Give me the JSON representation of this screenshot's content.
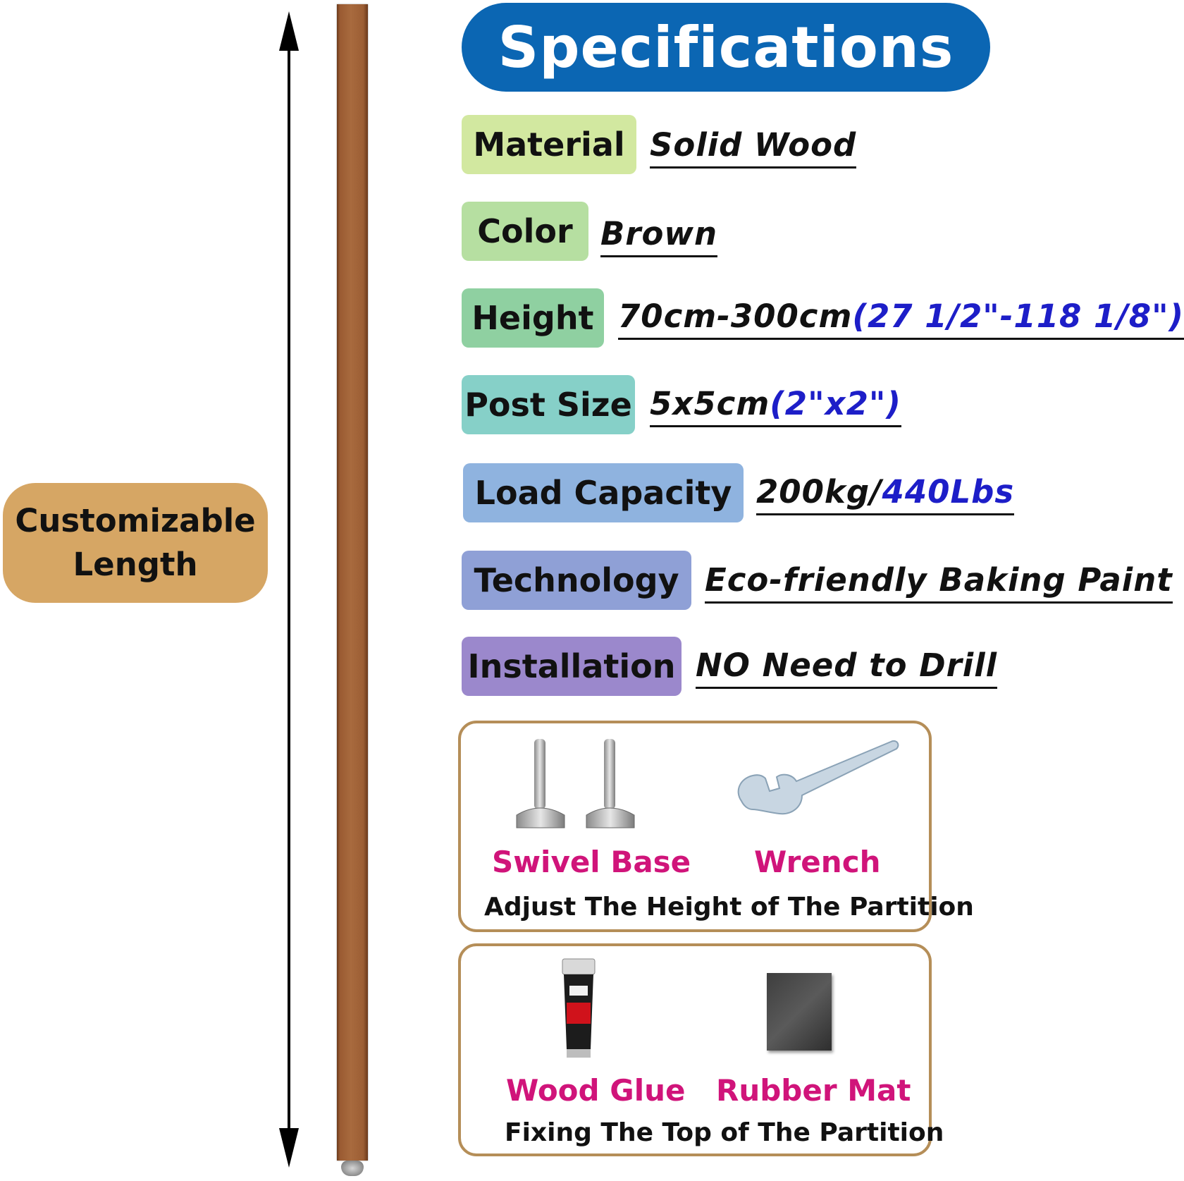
{
  "badge": {
    "line1": "Customizable",
    "line2": "Length"
  },
  "header": {
    "title": "Specifications"
  },
  "specs": {
    "material": {
      "label": "Material",
      "value": "Solid Wood",
      "color": "#d2e8a0"
    },
    "color": {
      "label": "Color",
      "value": "Brown",
      "color": "#b6dfa1"
    },
    "height": {
      "label": "Height",
      "value": "70cm-300cm",
      "value_blue": "(27 1/2\"-118 1/8\")",
      "color": "#8fd0a1"
    },
    "post_size": {
      "label": "Post Size",
      "value": "5x5cm",
      "value_blue": "(2\"x2\")",
      "color": "#86d0c8"
    },
    "load": {
      "label": "Load Capacity",
      "value": "200kg/",
      "value_blue": "440Lbs",
      "color": "#8fb3df"
    },
    "technology": {
      "label": "Technology",
      "value": "Eco-friendly Baking Paint",
      "color": "#8fa0d6"
    },
    "installation": {
      "label": "Installation",
      "value": "NO Need to Drill",
      "color": "#9b88cc"
    }
  },
  "accessories": {
    "box1": {
      "item1": "Swivel Base",
      "item2": "Wrench",
      "caption": "Adjust The Height of The Partition"
    },
    "box2": {
      "item1": "Wood Glue",
      "item2": "Rubber Mat",
      "caption": "Fixing The Top of The Partition"
    }
  },
  "colors": {
    "header_blue": "#0b66b3",
    "accent_pink": "#d0147a",
    "badge_tan": "#d6a664",
    "box_border": "#b58e58",
    "value_blue": "#1d1ec8"
  }
}
